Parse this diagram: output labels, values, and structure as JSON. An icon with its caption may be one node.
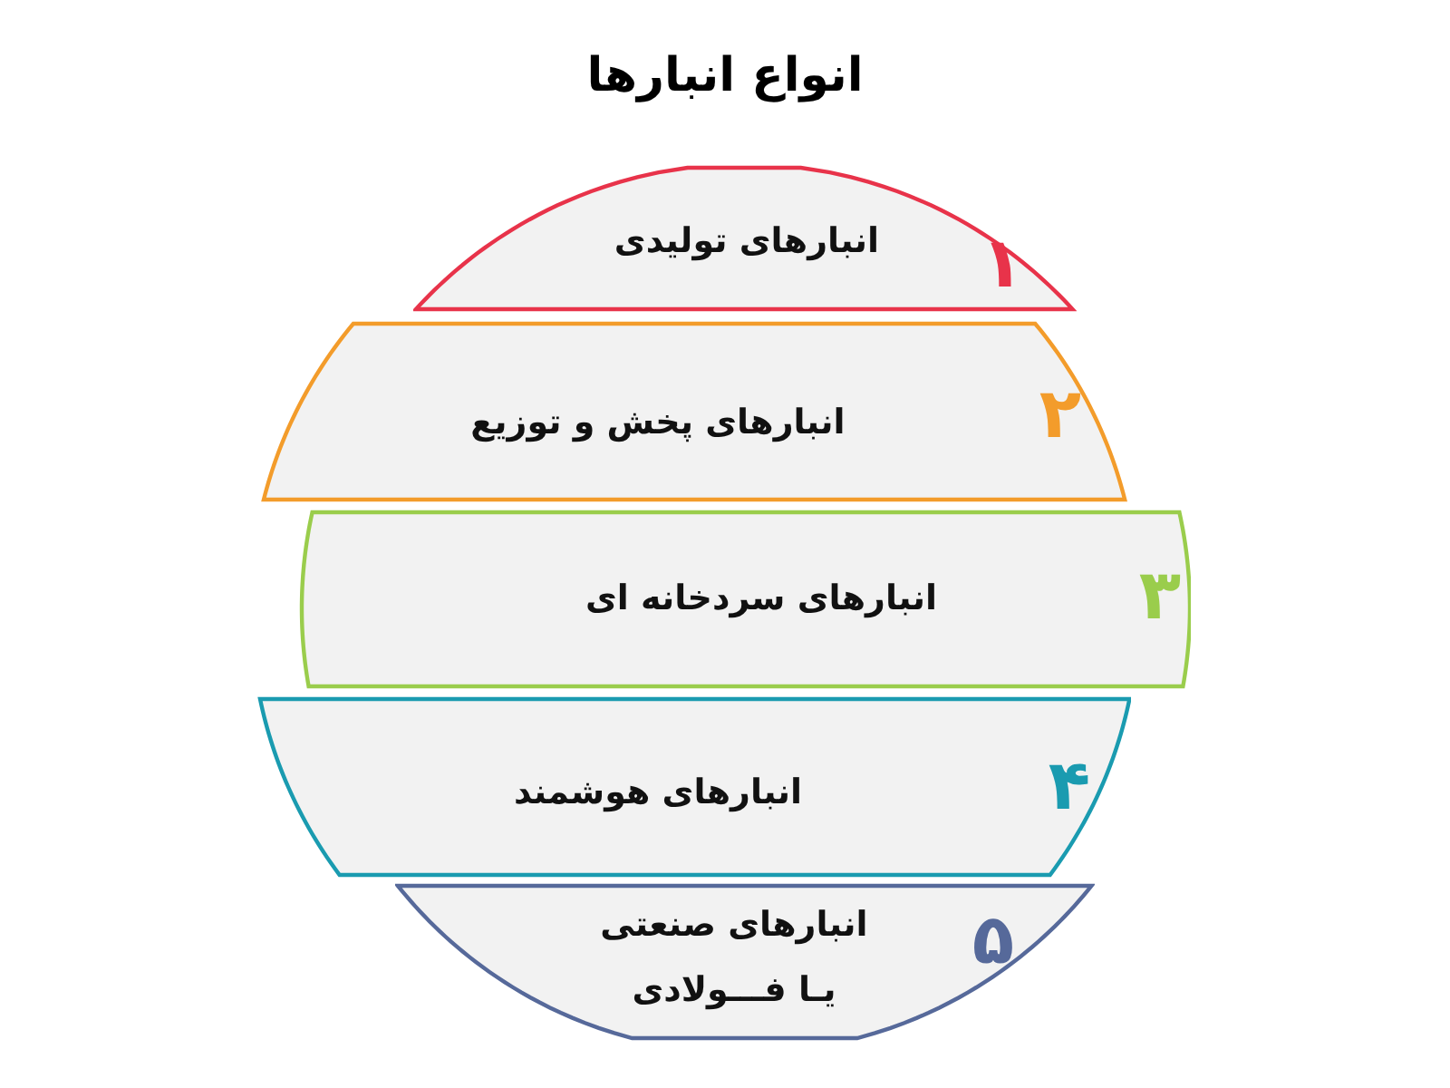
{
  "diagram": {
    "title": "انواع انبارها",
    "nodes": [
      {
        "text": [
          "۱",
          "انبارهای تولیدی"
        ]
      },
      {
        "text": [
          "۲",
          "انبارهای پخش و توزیع"
        ]
      },
      {
        "text": [
          "۳",
          "انبارهای سردخانه ای"
        ]
      },
      {
        "text": [
          "۴",
          "انبارهای هوشمند"
        ]
      },
      {
        "text": [
          "۵",
          "انبارهای صنعتی یـا فـــولادی"
        ]
      }
    ]
  }
}
